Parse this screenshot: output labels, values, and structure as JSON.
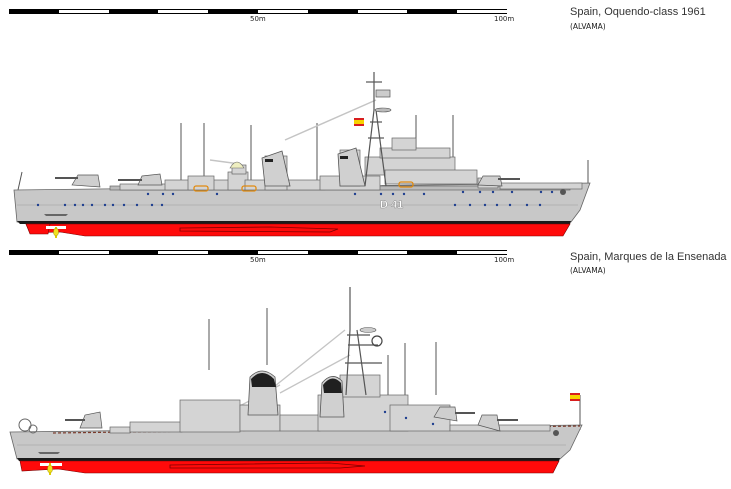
{
  "plates": [
    {
      "title": "Spain, Oquendo-class 1961",
      "credit": "(ALVAMA)",
      "scale": {
        "label_mid": "50m",
        "label_end": "100m",
        "segments": 10
      },
      "ship": {
        "pennant": "D 41",
        "flag": "spain-flag-icon"
      }
    },
    {
      "title": "Spain, Marques de la Ensenada",
      "credit": "(ALVAMA)",
      "scale": {
        "label_mid": "50m",
        "label_end": "100m",
        "segments": 10
      },
      "ship": {
        "pennant": "",
        "flag": "spain-flag-icon"
      }
    }
  ],
  "colors": {
    "hull_grey": "#c8c8c8",
    "superstructure_grey": "#d4d4d4",
    "boot_topping": "#1a1a1a",
    "antifouling_red": "#ff0a0a",
    "porthole_blue": "#1f3f8f",
    "propeller_yellow": "#f0e020",
    "funnel_cap_black": "#202020",
    "flag_red": "#d81e1e",
    "flag_yellow": "#f7d200",
    "raft_orange": "#e08a10"
  }
}
